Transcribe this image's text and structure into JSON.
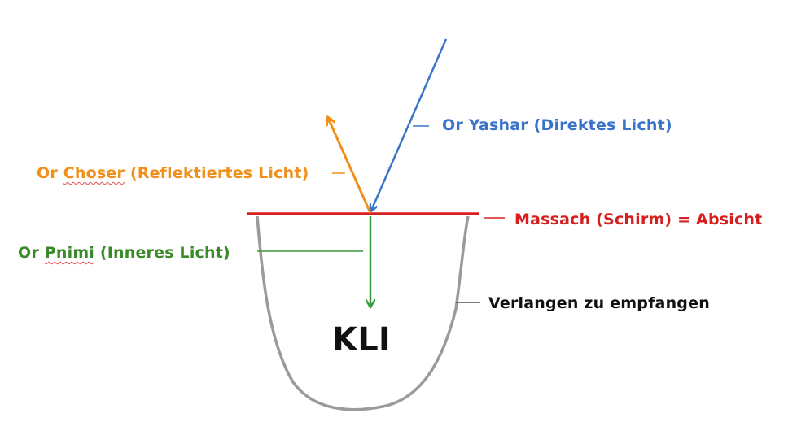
{
  "labels": {
    "or_yashar": "Or Yashar (Direktes Licht)",
    "or_choser_word1": "Or ",
    "or_choser_word2": "Choser",
    "or_choser_rest": " (Reflektiertes Licht)",
    "massach": "Massach (Schirm) = Absicht",
    "or_pnimi_word1": "Or ",
    "or_pnimi_word2": "Pnimi",
    "or_pnimi_rest": " (Inneres Licht)",
    "verlangen": "Verlangen zu empfangen",
    "kli": "KLI"
  },
  "colors": {
    "blue": "#3a74c9",
    "orange": "#f0901a",
    "red": "#d62020",
    "green": "#3a9a3a",
    "gray": "#9a9a9a",
    "black": "#111111"
  }
}
